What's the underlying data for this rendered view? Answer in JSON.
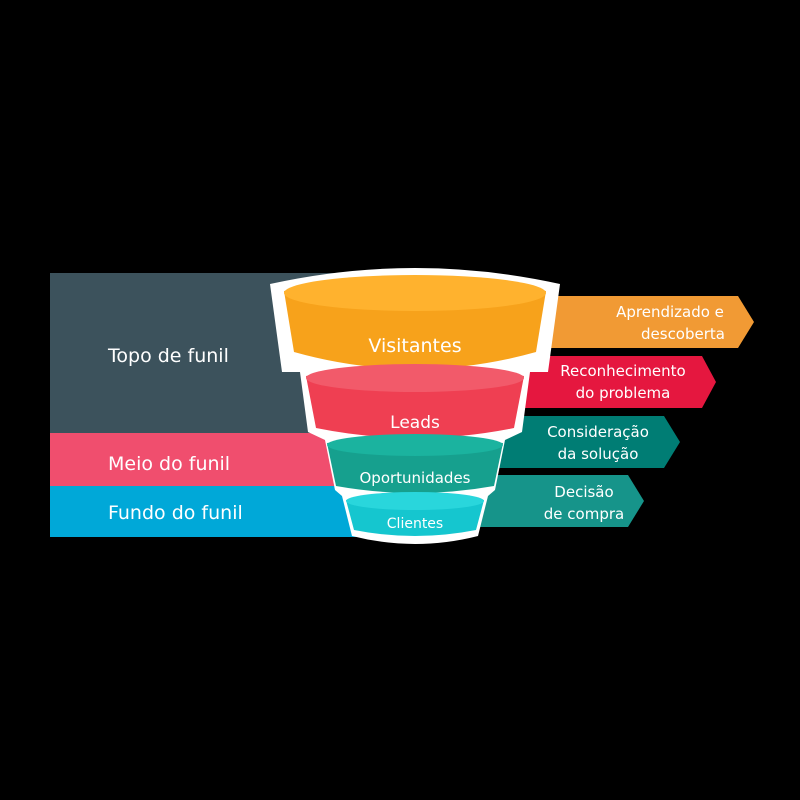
{
  "colors": {
    "background": "#000000",
    "topo": "#3c525c",
    "meio": "#f04e6e",
    "fundo": "#00a8d8",
    "visitantes": "#f7a21b",
    "leads": "#ef3f52",
    "oportunidades": "#16a08e",
    "clientes": "#15c6cf",
    "aprendizado": "#f19a34",
    "reconhecimento": "#e5173f",
    "consideracao": "#007d74",
    "decisao": "#16948a",
    "outline": "#ffffff"
  },
  "stages": {
    "topo": "Topo de funil",
    "meio": "Meio do funil",
    "fundo": "Fundo do funil"
  },
  "funnel": {
    "visitantes": "Visitantes",
    "leads": "Leads",
    "oportunidades": "Oportunidades",
    "clientes": "Clientes"
  },
  "arrows": {
    "aprendizado": [
      "Aprendizado e",
      "descoberta"
    ],
    "reconhecimento": [
      "Reconhecimento",
      "do problema"
    ],
    "consideracao": [
      "Consideração",
      "da solução"
    ],
    "decisao": [
      "Decisão",
      "de compra"
    ]
  }
}
